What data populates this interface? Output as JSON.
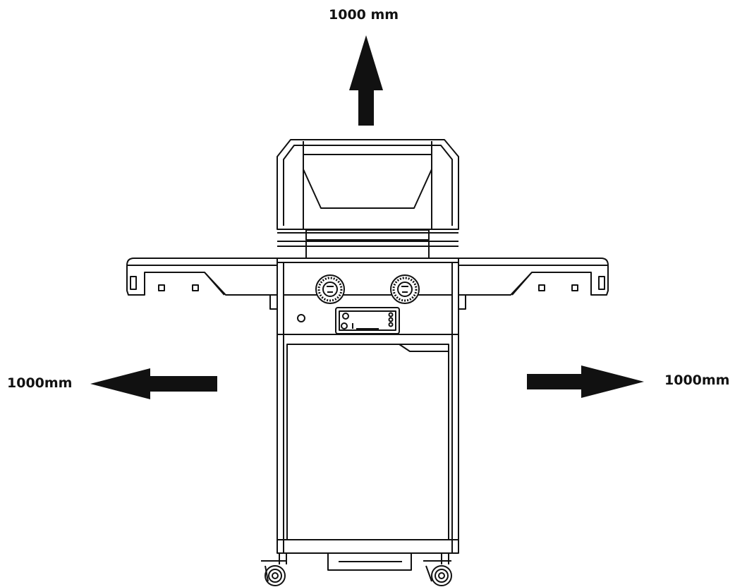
{
  "clearance": {
    "top_label": "1000 mm",
    "left_label": "1000mm",
    "right_label": "1000mm"
  },
  "colors": {
    "ink": "#111111",
    "background": "#ffffff"
  }
}
